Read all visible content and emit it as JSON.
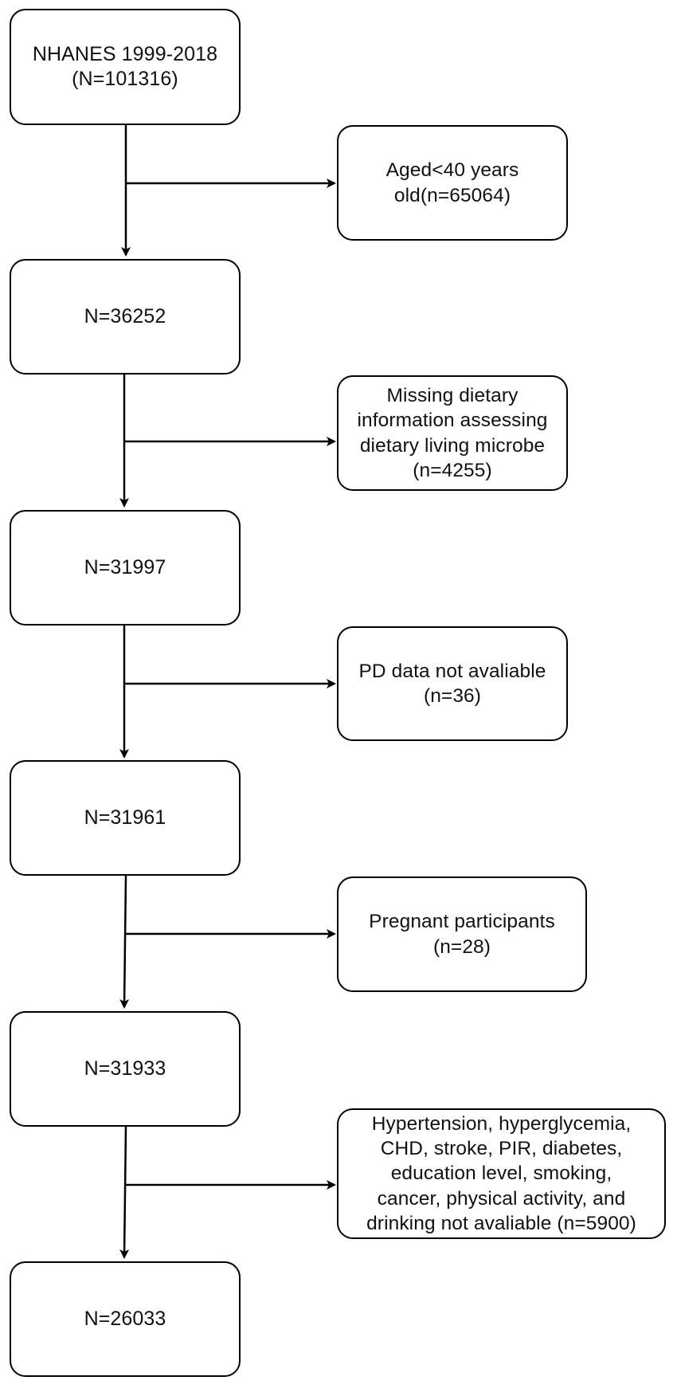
{
  "flowchart": {
    "main_steps": [
      {
        "text": "NHANES 1999-2018\n(N=101316)"
      },
      {
        "text": "N=36252"
      },
      {
        "text": "N=31997"
      },
      {
        "text": "N=31961"
      },
      {
        "text": "N=31933"
      },
      {
        "text": "N=26033"
      }
    ],
    "exclusions": [
      {
        "text": "Aged<40 years\nold(n=65064)"
      },
      {
        "text": "Missing dietary\ninformation assessing\ndietary living microbe\n(n=4255)"
      },
      {
        "text": "PD data not avaliable\n(n=36)"
      },
      {
        "text": "Pregnant participants\n(n=28)"
      },
      {
        "text": "Hypertension, hyperglycemia,\nCHD, stroke, PIR, diabetes,\neducation level, smoking,\ncancer, physical activity, and\ndrinking not avaliable (n=5900)"
      }
    ]
  },
  "colors": {
    "line": "#000000",
    "box_border": "#000000",
    "background": "#ffffff",
    "text": "#111111"
  }
}
